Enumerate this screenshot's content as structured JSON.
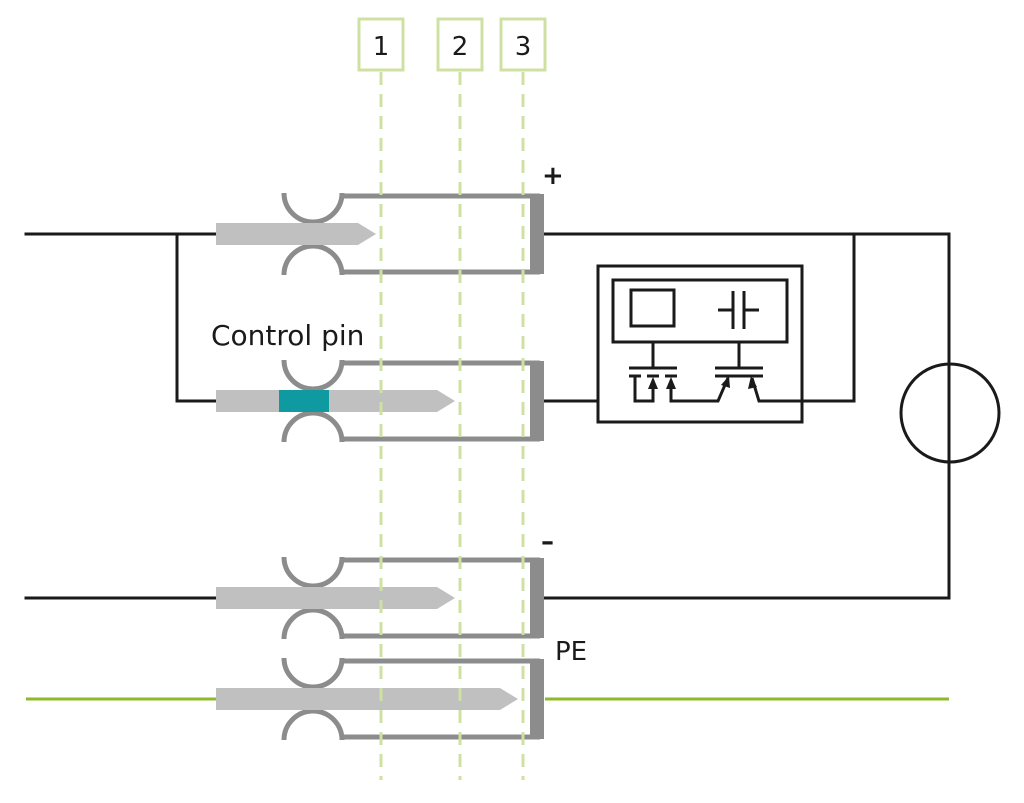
{
  "title": "Pin contact sequence diagram (DC connector with control pin)",
  "stages": [
    {
      "label": "1"
    },
    {
      "label": "2"
    },
    {
      "label": "3"
    }
  ],
  "labels": {
    "plus": "+",
    "minus": "–",
    "pe": "PE",
    "control_pin": "Control pin"
  },
  "contacts": [
    {
      "id": "plus",
      "name": "Plus contact",
      "pin_reach_stage": "1"
    },
    {
      "id": "control",
      "name": "Control pin",
      "pin_reach_stage": "2",
      "has_marker": true
    },
    {
      "id": "minus",
      "name": "Minus contact",
      "pin_reach_stage": "2"
    },
    {
      "id": "pe",
      "name": "Protective earth",
      "pin_reach_stage": "3"
    }
  ],
  "components": {
    "switch_module": "Semiconductor switch module (MOSFET + IGBT with controller)",
    "source": "Voltage source"
  },
  "colors": {
    "wire": "#1a1a1a",
    "pe_wire": "#8cba2a",
    "socket": "#8c8c8c",
    "pin": "#bfc0bf",
    "control_marker": "#0e9aa0",
    "stage_line": "#cfe0a3",
    "stage_box": "#cfe0a3"
  }
}
